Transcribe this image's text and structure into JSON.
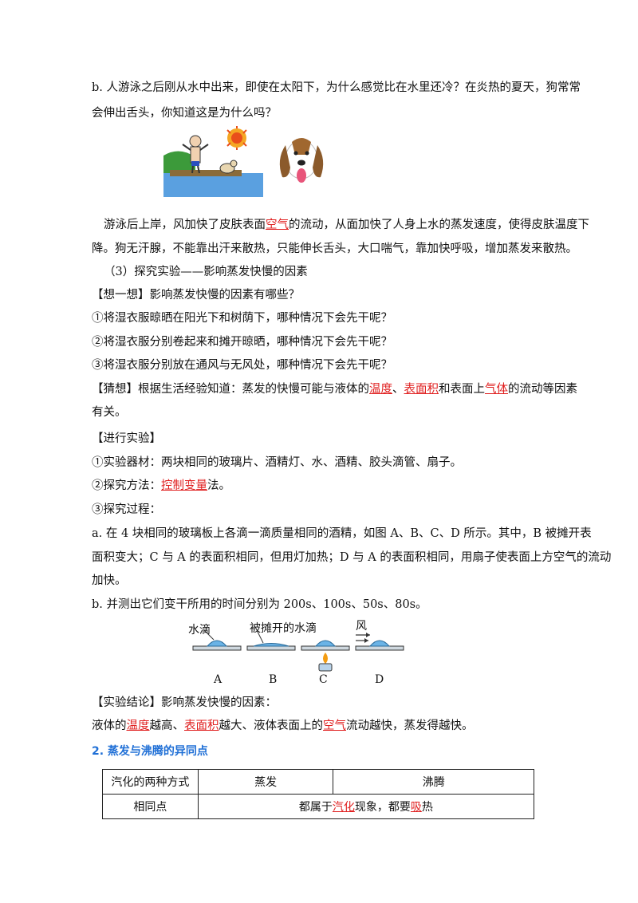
{
  "q_b": {
    "line1": "b. 人游泳之后刚从水中出来，即使在太阳下，为什么感觉比在水里还冷？在炎热的夏天，狗常常",
    "line2": "会伸出舌头，你知道这是为什么吗？"
  },
  "answer": {
    "l1_pre": "游泳后上岸，风加快了皮肤表面",
    "l1_fill": "空气",
    "l1_post": "的流动，从面加快了人身上水的蒸发速度，使得皮肤温度下",
    "l2": "降。狗无汗腺，不能靠出汗来散热，只能伸长舌头，大口喘气，靠加快呼吸，增加蒸发来散热。"
  },
  "section3": "（3）探究实验——影响蒸发快慢的因素",
  "think": {
    "title": "【想一想】影响蒸发快慢的因素有哪些？",
    "q1": "①将湿衣服晾晒在阳光下和树荫下，哪种情况下会先干呢？",
    "q2": "②将湿衣服分别卷起来和摊开晾晒，哪种情况下会先干呢？",
    "q3": "③将湿衣服分别放在通风与无风处，哪种情况下会先干呢？"
  },
  "guess": {
    "pre": "【猜想】根据生活经验知道：蒸发的快慢可能与液体的",
    "f1": "温度",
    "sep1": "、",
    "f2": "表面积",
    "mid": "和表面上",
    "f3": "气体",
    "post": "的流动等因素",
    "line2": "有关。"
  },
  "experiment": {
    "title": "【进行实验】",
    "materials": "①实验器材：两块相同的玻璃片、酒精灯、水、酒精、胶头滴管、扇子。",
    "method_pre": "②探究方法：",
    "method_fill": "控制变量",
    "method_post": "法。",
    "process": "③探究过程：",
    "a1": "a. 在 4 块相同的玻璃板上各滴一滴质量相同的酒精，如图 A、B、C、D 所示。其中，B 被摊开表",
    "a2": "面积变大；C 与 A 的表面积相同，但用灯加热；D 与 A 的表面积相同，用扇子使表面上方空气的流动",
    "a3": "加快。",
    "b": "b. 并测出它们变干所用的时间分别为 200s、100s、50s、80s。"
  },
  "figure": {
    "label_water": "水滴",
    "label_spread": "被摊开的水滴",
    "label_wind": "风",
    "captions": [
      "A",
      "B",
      "C",
      "D"
    ]
  },
  "conclusion": {
    "title": "【实验结论】影响蒸发快慢的因素：",
    "pre": "液体的",
    "f1": "温度",
    "m1": "越高、",
    "f2": "表面积",
    "m2": "越大、液体表面上的",
    "f3": "空气",
    "post": "流动越快，蒸发得越快。"
  },
  "heading2": "2. 蒸发与沸腾的异同点",
  "table": {
    "h1": "汽化的两种方式",
    "h2": "蒸发",
    "h3": "沸腾",
    "r1": "相同点",
    "r1_pre": "都属于",
    "r1_f1": "汽化",
    "r1_mid": "现象，都要",
    "r1_f2": "吸",
    "r1_post": "热"
  },
  "colors": {
    "fill_red": "#e02020",
    "heading_blue": "#1f6fd6"
  }
}
